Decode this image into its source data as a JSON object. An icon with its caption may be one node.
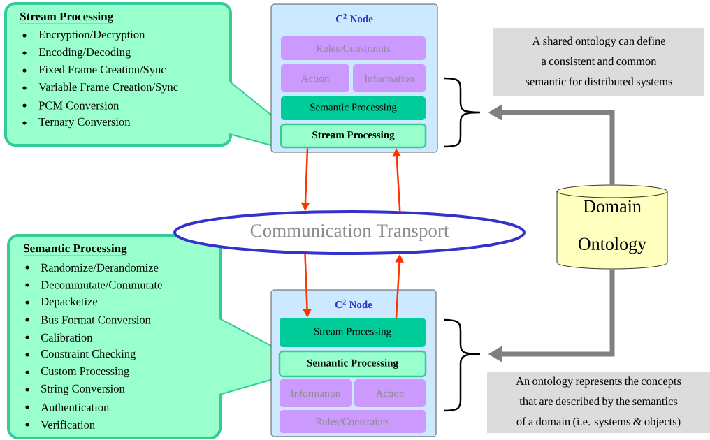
{
  "diagram": {
    "nodes": [
      {
        "text": [
          "Stream Processing",
          "Encryption/Decryption",
          "Encoding/Decoding",
          "Fixed Frame Creation/Sync",
          "Variable Frame Creation/Sync",
          "PCM Conversion",
          "Ternary Conversion"
        ]
      },
      {
        "text": [
          "C$^{2}$ Node"
        ]
      },
      {
        "text": [
          "Rules/Constraints"
        ],
        "in": 1
      },
      {
        "text": [
          "Action"
        ],
        "in": 1
      },
      {
        "text": [
          "Information"
        ],
        "in": 1
      },
      {
        "text": [
          "Semantic Processing"
        ],
        "in": 1
      },
      {
        "text": [
          "Stream Processing"
        ],
        "in": 1
      },
      {
        "text": [
          "Semantic Processing",
          "Randomize/Derandomize",
          "Decommutate/Commutate",
          "Depacketize",
          "Bus Format Conversion",
          "Calibration",
          "Constraint Checking",
          "Custom Processing",
          "String Conversion",
          "Authentication",
          "Verification"
        ]
      },
      {
        "text": [
          "C$^{2}$ Node"
        ]
      },
      {
        "text": [
          "Stream Processing"
        ],
        "in": 8
      },
      {
        "text": [
          "Semantic Processing"
        ],
        "in": 8
      },
      {
        "text": [
          "Information"
        ],
        "in": 8
      },
      {
        "text": [
          "Action"
        ],
        "in": 8
      },
      {
        "text": [
          "Rules/Constraints"
        ],
        "in": 8
      },
      {
        "text": [
          "Communication Transport"
        ]
      },
      {
        "text": [
          "Domain Ontology"
        ]
      },
      {
        "text": [
          "A shared ontology can define a consistent and common semantic for distributed systems"
        ]
      },
      {
        "text": [
          "An ontology represents the concepts that are described by the semantics of a domain (i.e. systems & objects)"
        ]
      }
    ],
    "edges": [
      {
        "from": 6,
        "to": 14,
        "arrow": "to"
      },
      {
        "from": 14,
        "to": 6,
        "arrow": "to"
      },
      {
        "from": 14,
        "to": 9,
        "arrow": "to"
      },
      {
        "from": 9,
        "to": 14,
        "arrow": "to"
      },
      {
        "from": 15,
        "to": 1,
        "arrow": "to",
        "style": "thick",
        "color": "#808080"
      },
      {
        "from": 15,
        "to": 8,
        "arrow": "to",
        "style": "thick",
        "color": "#808080"
      }
    ]
  }
}
